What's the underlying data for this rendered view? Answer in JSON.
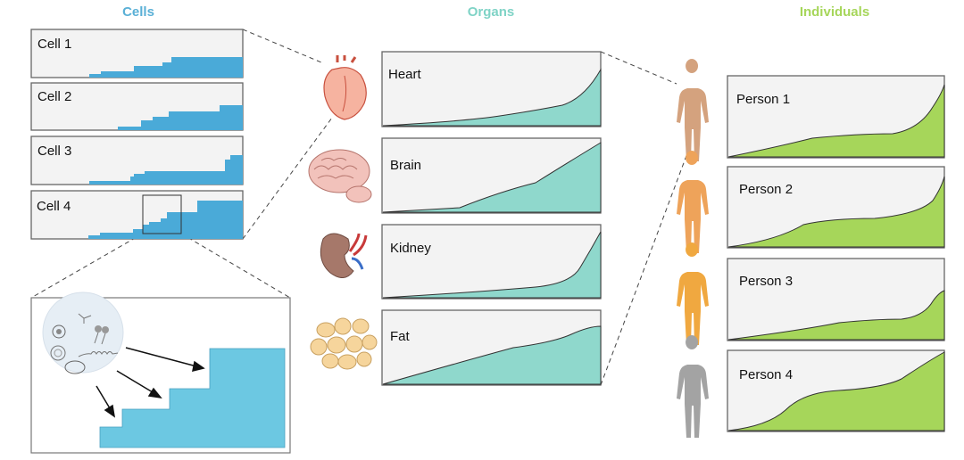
{
  "titles": {
    "cells": "Cells",
    "organs": "Organs",
    "individuals": "Individuals"
  },
  "colors": {
    "cells": "#4aaad8",
    "organs": "#7fd3c6",
    "individuals": "#a6d65a",
    "cells_title": "#5ab0d6",
    "organs_title": "#7fd3c6",
    "individuals_title": "#a6d65a"
  },
  "cells": [
    {
      "label": "Cell 1"
    },
    {
      "label": "Cell 2"
    },
    {
      "label": "Cell 3"
    },
    {
      "label": "Cell 4"
    }
  ],
  "organs": [
    {
      "label": "Heart",
      "icon": "heart-icon"
    },
    {
      "label": "Brain",
      "icon": "brain-icon"
    },
    {
      "label": "Kidney",
      "icon": "kidney-icon"
    },
    {
      "label": "Fat",
      "icon": "fat-cells-icon"
    }
  ],
  "individuals": [
    {
      "label": "Person 1",
      "color": "#d4a27e"
    },
    {
      "label": "Person 2",
      "color": "#eea35a"
    },
    {
      "label": "Person 3",
      "color": "#f0a840"
    },
    {
      "label": "Person 4",
      "color": "#a3a3a3"
    }
  ]
}
